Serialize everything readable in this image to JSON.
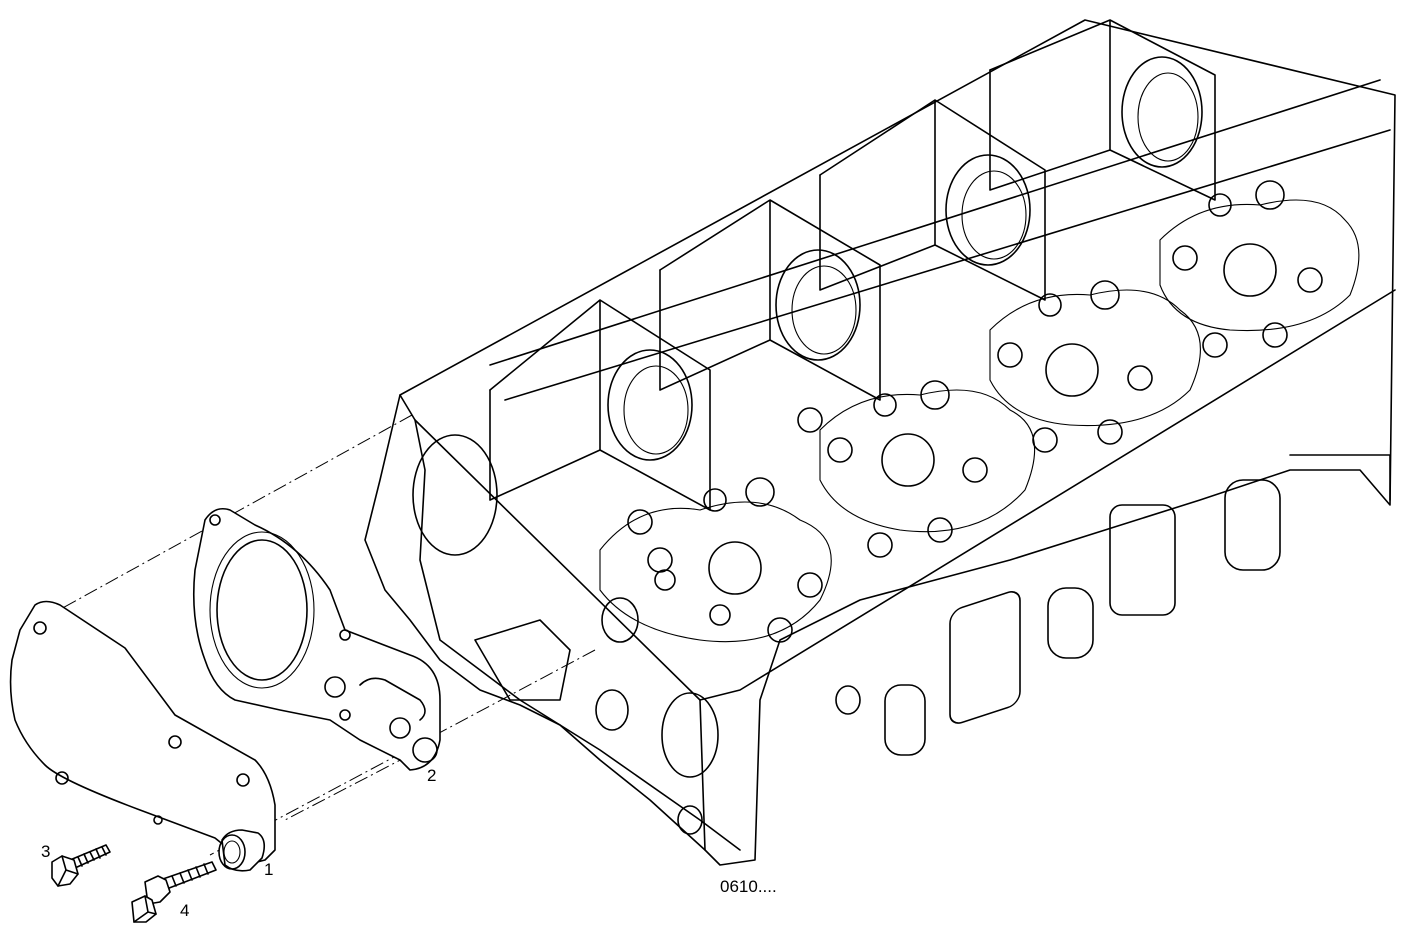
{
  "callouts": {
    "part_1": "1",
    "part_2": "2",
    "part_3": "3",
    "part_4": "4"
  },
  "drawing_reference": "0610...."
}
